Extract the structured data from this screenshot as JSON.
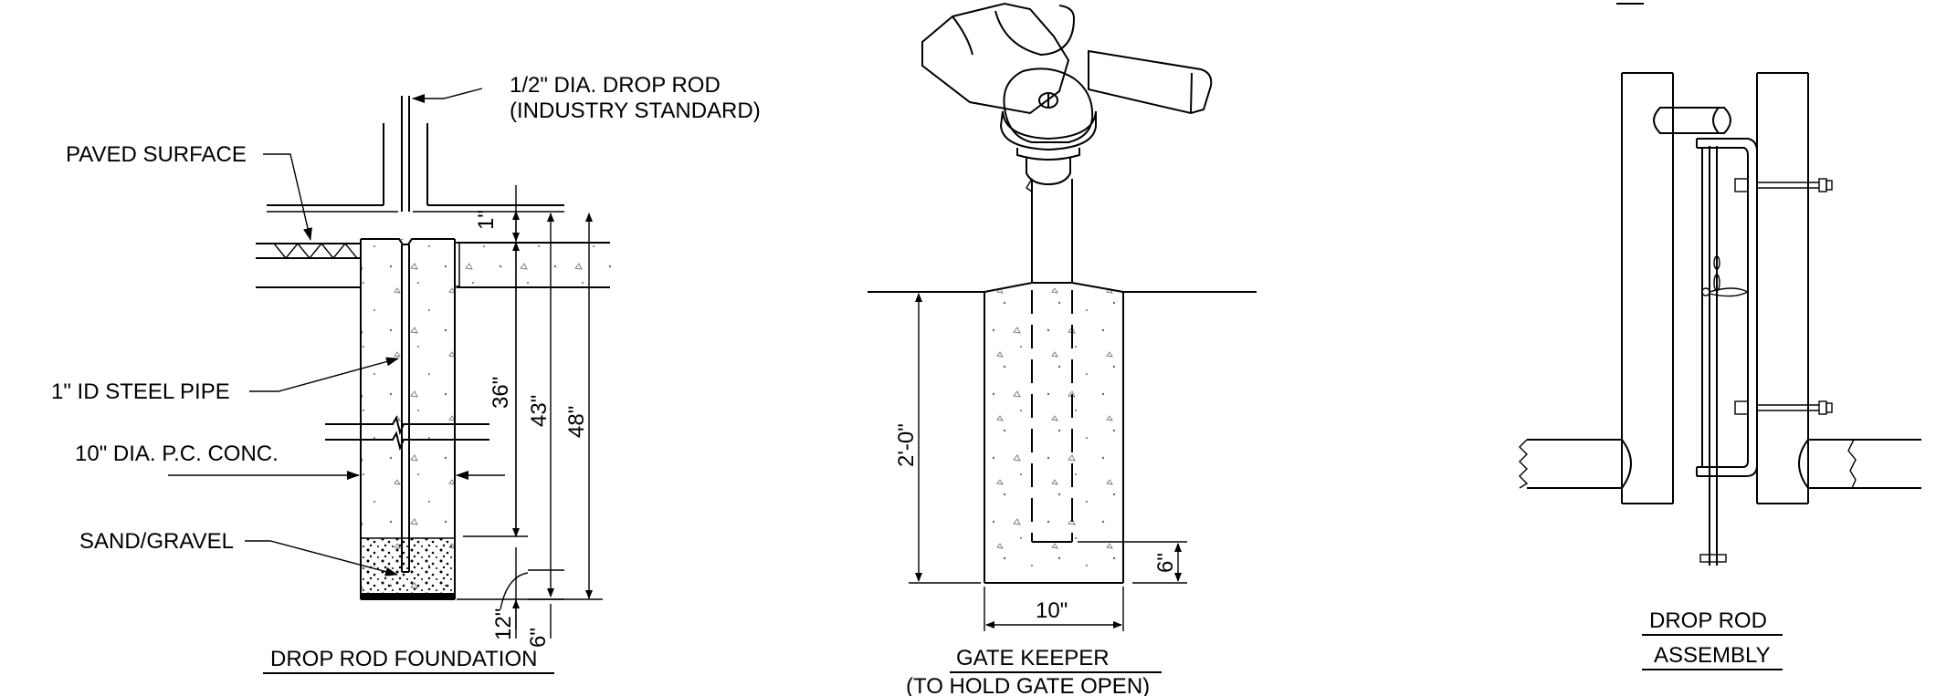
{
  "foundation": {
    "title": "DROP ROD FOUNDATION",
    "callouts": {
      "drop_rod_line1": "1/2\" DIA. DROP ROD",
      "drop_rod_line2": "(INDUSTRY STANDARD)",
      "paved": "PAVED SURFACE",
      "pipe": "1\" ID STEEL PIPE",
      "conc": "10\" DIA. P.C. CONC.",
      "sand": "SAND/GRAVEL"
    },
    "dims": {
      "d1": "1\"",
      "d36": "36\"",
      "d43": "43\"",
      "d48": "48\"",
      "d12": "12\"",
      "d6": "6\""
    }
  },
  "gatekeeper": {
    "title": "GATE KEEPER",
    "subtitle": "(TO HOLD GATE OPEN)",
    "dims": {
      "depth": "2'-0\"",
      "width": "10\"",
      "embed": "6\""
    }
  },
  "assembly": {
    "title_line1": "DROP ROD",
    "title_line2": "ASSEMBLY"
  }
}
